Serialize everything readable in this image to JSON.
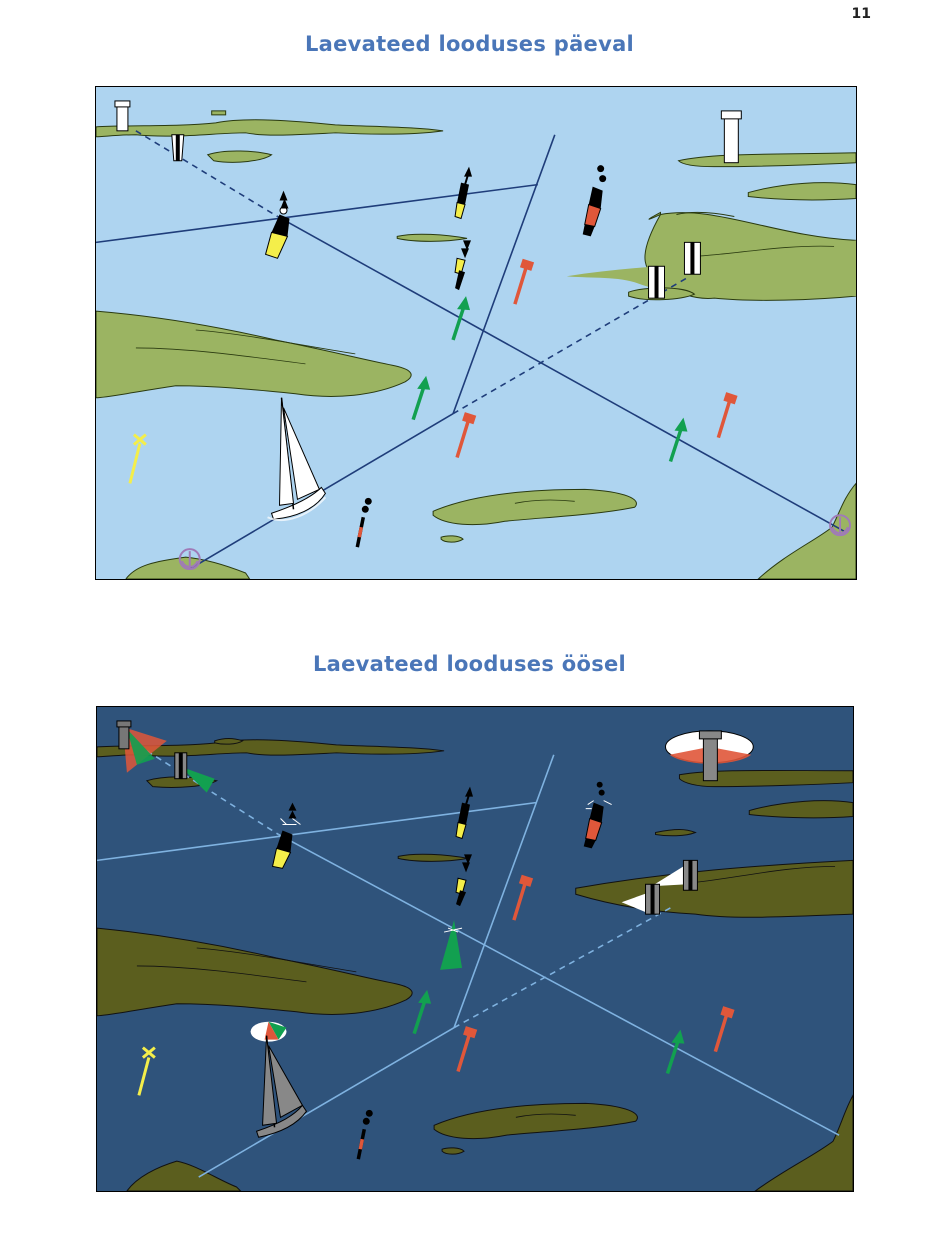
{
  "page": {
    "number": "11"
  },
  "day": {
    "title": "Laevateed looduses päeval"
  },
  "night": {
    "title": "Laevateed looduses öösel"
  },
  "colors": {
    "title": "#4a76b8",
    "day_water": "#aed4f0",
    "day_land": "#9bb462",
    "night_water": "#2f537b",
    "night_land": "#5b5e1e",
    "day_line": "#1f3d7a",
    "night_line": "#7fb2e0",
    "red_mark": "#e0573a",
    "green_mark": "#12a050",
    "yellow_mark": "#f4ee4a",
    "anchor": "#a07ab8"
  },
  "icons": {
    "lighthouse": "lighthouse-icon",
    "leading_mark": "leading-mark-icon",
    "cardinal_buoy": "cardinal-buoy-icon",
    "isolated_danger": "isolated-danger-icon",
    "safe_water": "safe-water-icon",
    "lateral_port": "port-lateral-mark-icon",
    "lateral_starboard": "starboard-lateral-mark-icon",
    "special_mark": "special-mark-icon",
    "sailboat": "sailboat-icon",
    "anchorage": "anchorage-icon"
  }
}
